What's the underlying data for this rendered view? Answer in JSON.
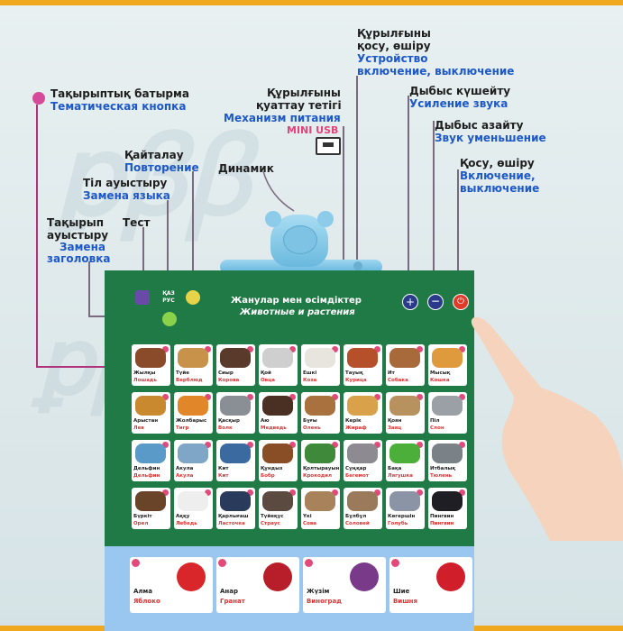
{
  "callouts": {
    "theme_button": {
      "kz": "Тақырыптық батырма",
      "ru": "Тематическая кнопка"
    },
    "repeat": {
      "kz": "Қайталау",
      "ru": "Повторение"
    },
    "language": {
      "kz": "Тіл ауыстыру",
      "ru": "Замена языка"
    },
    "test": {
      "kz": "Тест"
    },
    "title_switch": {
      "kz1": "Тақырып",
      "kz2": "ауыстыру",
      "ru1": "Замена",
      "ru2": "заголовка"
    },
    "speaker": {
      "kz": "Динамик"
    },
    "charger": {
      "kz1": "Құрылғыны",
      "kz2": "қуаттау тетігі",
      "ru": "Механизм питания",
      "usb": "MINI USB"
    },
    "power_device": {
      "kz1": "Құрылғыны",
      "kz2": "қосу, өшіру",
      "ru1": "Устройство",
      "ru2": "включение, выключение"
    },
    "volume_up": {
      "kz": "Дыбыс күшейту",
      "ru": "Усиление звука"
    },
    "volume_down": {
      "kz": "Дыбыс азайту",
      "ru": "Звук уменьшение"
    },
    "on_off": {
      "kz": "Қосу, өшіру",
      "ru1": "Включение,",
      "ru2": "выключение"
    }
  },
  "poster": {
    "title_kz": "Жанулар мен өсімдіктер",
    "title_ru": "Животные и растения",
    "lang_badge": "ҚАЗ РУС",
    "animals": [
      {
        "kz": "Жылқы",
        "ru": "Лошадь",
        "color": "#8a4b2a"
      },
      {
        "kz": "Түйе",
        "ru": "Верблюд",
        "color": "#c8924a"
      },
      {
        "kz": "Сиыр",
        "ru": "Корова",
        "color": "#5a3a2a"
      },
      {
        "kz": "Қой",
        "ru": "Овца",
        "color": "#cfcfcf"
      },
      {
        "kz": "Ешкі",
        "ru": "Коза",
        "color": "#e8e4de"
      },
      {
        "kz": "Тауық",
        "ru": "Курица",
        "color": "#b5502a"
      },
      {
        "kz": "Ит",
        "ru": "Собака",
        "color": "#a86a3a"
      },
      {
        "kz": "Мысық",
        "ru": "Кошка",
        "color": "#e09a3e"
      },
      {
        "kz": "Арыстан",
        "ru": "Лев",
        "color": "#c9892e"
      },
      {
        "kz": "Жолбарыс",
        "ru": "Тигр",
        "color": "#e2862a"
      },
      {
        "kz": "Қасқыр",
        "ru": "Волк",
        "color": "#8a8f96"
      },
      {
        "kz": "Аю",
        "ru": "Медведь",
        "color": "#4a3022"
      },
      {
        "kz": "Бұғы",
        "ru": "Олень",
        "color": "#a8713e"
      },
      {
        "kz": "Керік",
        "ru": "Жираф",
        "color": "#d9a24a"
      },
      {
        "kz": "Қоян",
        "ru": "Заяц",
        "color": "#b8925e"
      },
      {
        "kz": "Піл",
        "ru": "Слон",
        "color": "#9aa0a6"
      },
      {
        "kz": "Дельфин",
        "ru": "Дельфин",
        "color": "#5a9ac9"
      },
      {
        "kz": "Акула",
        "ru": "Акула",
        "color": "#7fa6c6"
      },
      {
        "kz": "Кит",
        "ru": "Кит",
        "color": "#3a6aa0"
      },
      {
        "kz": "Құндыз",
        "ru": "Бобр",
        "color": "#8a4e26"
      },
      {
        "kz": "Қолтырауын",
        "ru": "Крокодил",
        "color": "#3e8a3a"
      },
      {
        "kz": "Сұңқар",
        "ru": "Бегемот",
        "color": "#8e8a92"
      },
      {
        "kz": "Бақа",
        "ru": "Лягушка",
        "color": "#4caf3a"
      },
      {
        "kz": "Итбалық",
        "ru": "Тюлень",
        "color": "#7a8288"
      },
      {
        "kz": "Бүркіт",
        "ru": "Орел",
        "color": "#6a4428"
      },
      {
        "kz": "Аққу",
        "ru": "Лебедь",
        "color": "#eeeeee"
      },
      {
        "kz": "Қарлығаш",
        "ru": "Ласточка",
        "color": "#2a3a5a"
      },
      {
        "kz": "Түйеқұс",
        "ru": "Страус",
        "color": "#5a4a40"
      },
      {
        "kz": "Үкі",
        "ru": "Сова",
        "color": "#a8825a"
      },
      {
        "kz": "Бұлбұл",
        "ru": "Соловей",
        "color": "#9a7a5a"
      },
      {
        "kz": "Көгершін",
        "ru": "Голубь",
        "color": "#8a94a4"
      },
      {
        "kz": "Пингвин",
        "ru": "Пингвин",
        "color": "#1e1e24"
      }
    ],
    "fruits": [
      {
        "kz": "Алма",
        "ru": "Яблоко",
        "color": "#d8262a"
      },
      {
        "kz": "Анар",
        "ru": "Гранат",
        "color": "#b81e2a"
      },
      {
        "kz": "Жүзім",
        "ru": "Виноград",
        "color": "#7a3a8a"
      },
      {
        "kz": "Шие",
        "ru": "Вишня",
        "color": "#d01e2a"
      }
    ]
  }
}
